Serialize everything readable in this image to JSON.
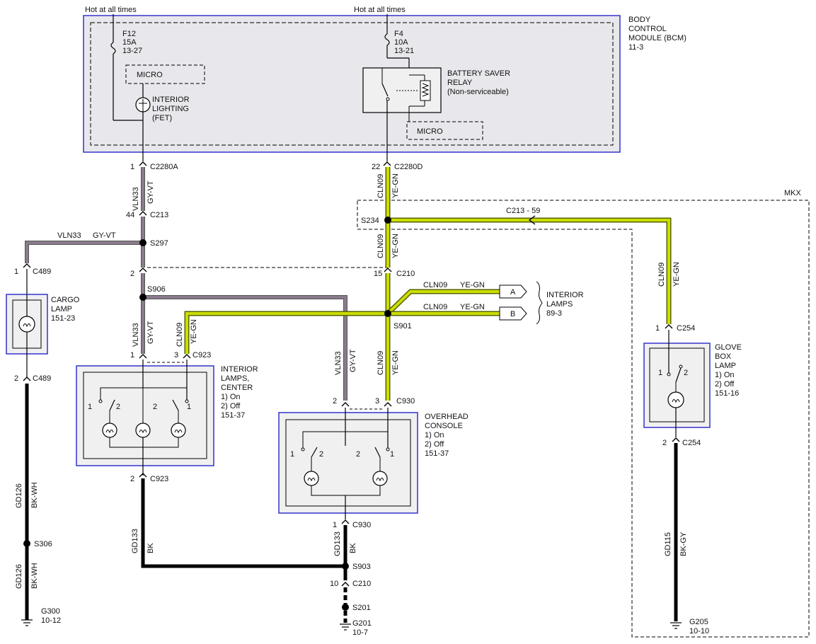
{
  "colors": {
    "module_fill": "#e8e8ec",
    "module_border": "#3333cc",
    "component_fill": "#f0f0f0",
    "wire_ye_gn_fill": "#ccdd00",
    "wire_ye_gn_edge": "#556600",
    "wire_gy_vt": "#8a7b8c",
    "wire_bk": "#000000"
  },
  "supply": {
    "hot_left": "Hot at all times",
    "hot_right": "Hot at all times"
  },
  "bcm": {
    "line1": "BODY",
    "line2": "CONTROL",
    "line3": "MODULE (BCM)",
    "ref": "11-3",
    "fuse_f12": {
      "name": "F12",
      "rating": "15A",
      "ref": "13-27"
    },
    "fuse_f4": {
      "name": "F4",
      "rating": "10A",
      "ref": "13-21"
    },
    "micro_left": "MICRO",
    "micro_right": "MICRO",
    "fet_line1": "INTERIOR",
    "fet_line2": "LIGHTING",
    "fet_line3": "(FET)",
    "relay_line1": "BATTERY SAVER",
    "relay_line2": "RELAY",
    "relay_line3": "(Non-serviceable)"
  },
  "mkx": "MKX",
  "connectors": {
    "c2280a_pin": "1",
    "c2280a": "C2280A",
    "c2280d_pin": "22",
    "c2280d": "C2280D",
    "c213_pin": "44",
    "c213": "C213",
    "c213_59": "C213 - 59",
    "s234": "S234",
    "s297": "S297",
    "c489_top_pin": "1",
    "c489_top": "C489",
    "c489_bot_pin": "2",
    "c489_bot": "C489",
    "c210_left_pin": "2",
    "c210_pin": "15",
    "c210": "C210",
    "s906": "S906",
    "s901": "S901",
    "c923_pin1": "1",
    "c923_pin3": "3",
    "c923": "C923",
    "c923_bot_pin": "2",
    "c923_bot": "C923",
    "c930_pin2": "2",
    "c930_pin3": "3",
    "c930": "C930",
    "c930_bot_pin": "1",
    "c930_bot": "C930",
    "s903": "S903",
    "c210_bot_pin": "10",
    "c210_bot": "C210",
    "s201": "S201",
    "g201": "G201",
    "g201_ref": "10-7",
    "s306": "S306",
    "g300": "G300",
    "g300_ref": "10-12",
    "c254_top_pin": "1",
    "c254_top": "C254",
    "c254_bot_pin": "2",
    "c254_bot": "C254",
    "g205": "G205",
    "g205_ref": "10-10"
  },
  "wires": {
    "vln33": "VLN33",
    "gy_vt": "GY-VT",
    "cln09": "CLN09",
    "ye_gn": "YE-GN",
    "gd126": "GD126",
    "bk_wh": "BK-WH",
    "gd133": "GD133",
    "bk": "BK",
    "gd115": "GD115",
    "bk_gy": "BK-GY"
  },
  "cargo_lamp": {
    "line1": "CARGO",
    "line2": "LAMP",
    "ref": "151-23"
  },
  "interior_lamps_center": {
    "line1": "INTERIOR",
    "line2": "LAMPS,",
    "line3": "CENTER",
    "on": "1) On",
    "off": "2) Off",
    "ref": "151-37",
    "pos1": "1",
    "pos2": "2"
  },
  "overhead_console": {
    "line1": "OVERHEAD",
    "line2": "CONSOLE",
    "on": "1) On",
    "off": "2) Off",
    "ref": "151-37",
    "pos1": "1",
    "pos2": "2"
  },
  "glove_box_lamp": {
    "line1": "GLOVE",
    "line2": "BOX",
    "line3": "LAMP",
    "on": "1) On",
    "off": "2) Off",
    "ref": "151-16",
    "pos1": "1",
    "pos2": "2"
  },
  "interior_lamps_ref": {
    "tag_a": "A",
    "tag_b": "B",
    "line1": "INTERIOR",
    "line2": "LAMPS",
    "ref": "89-3"
  }
}
